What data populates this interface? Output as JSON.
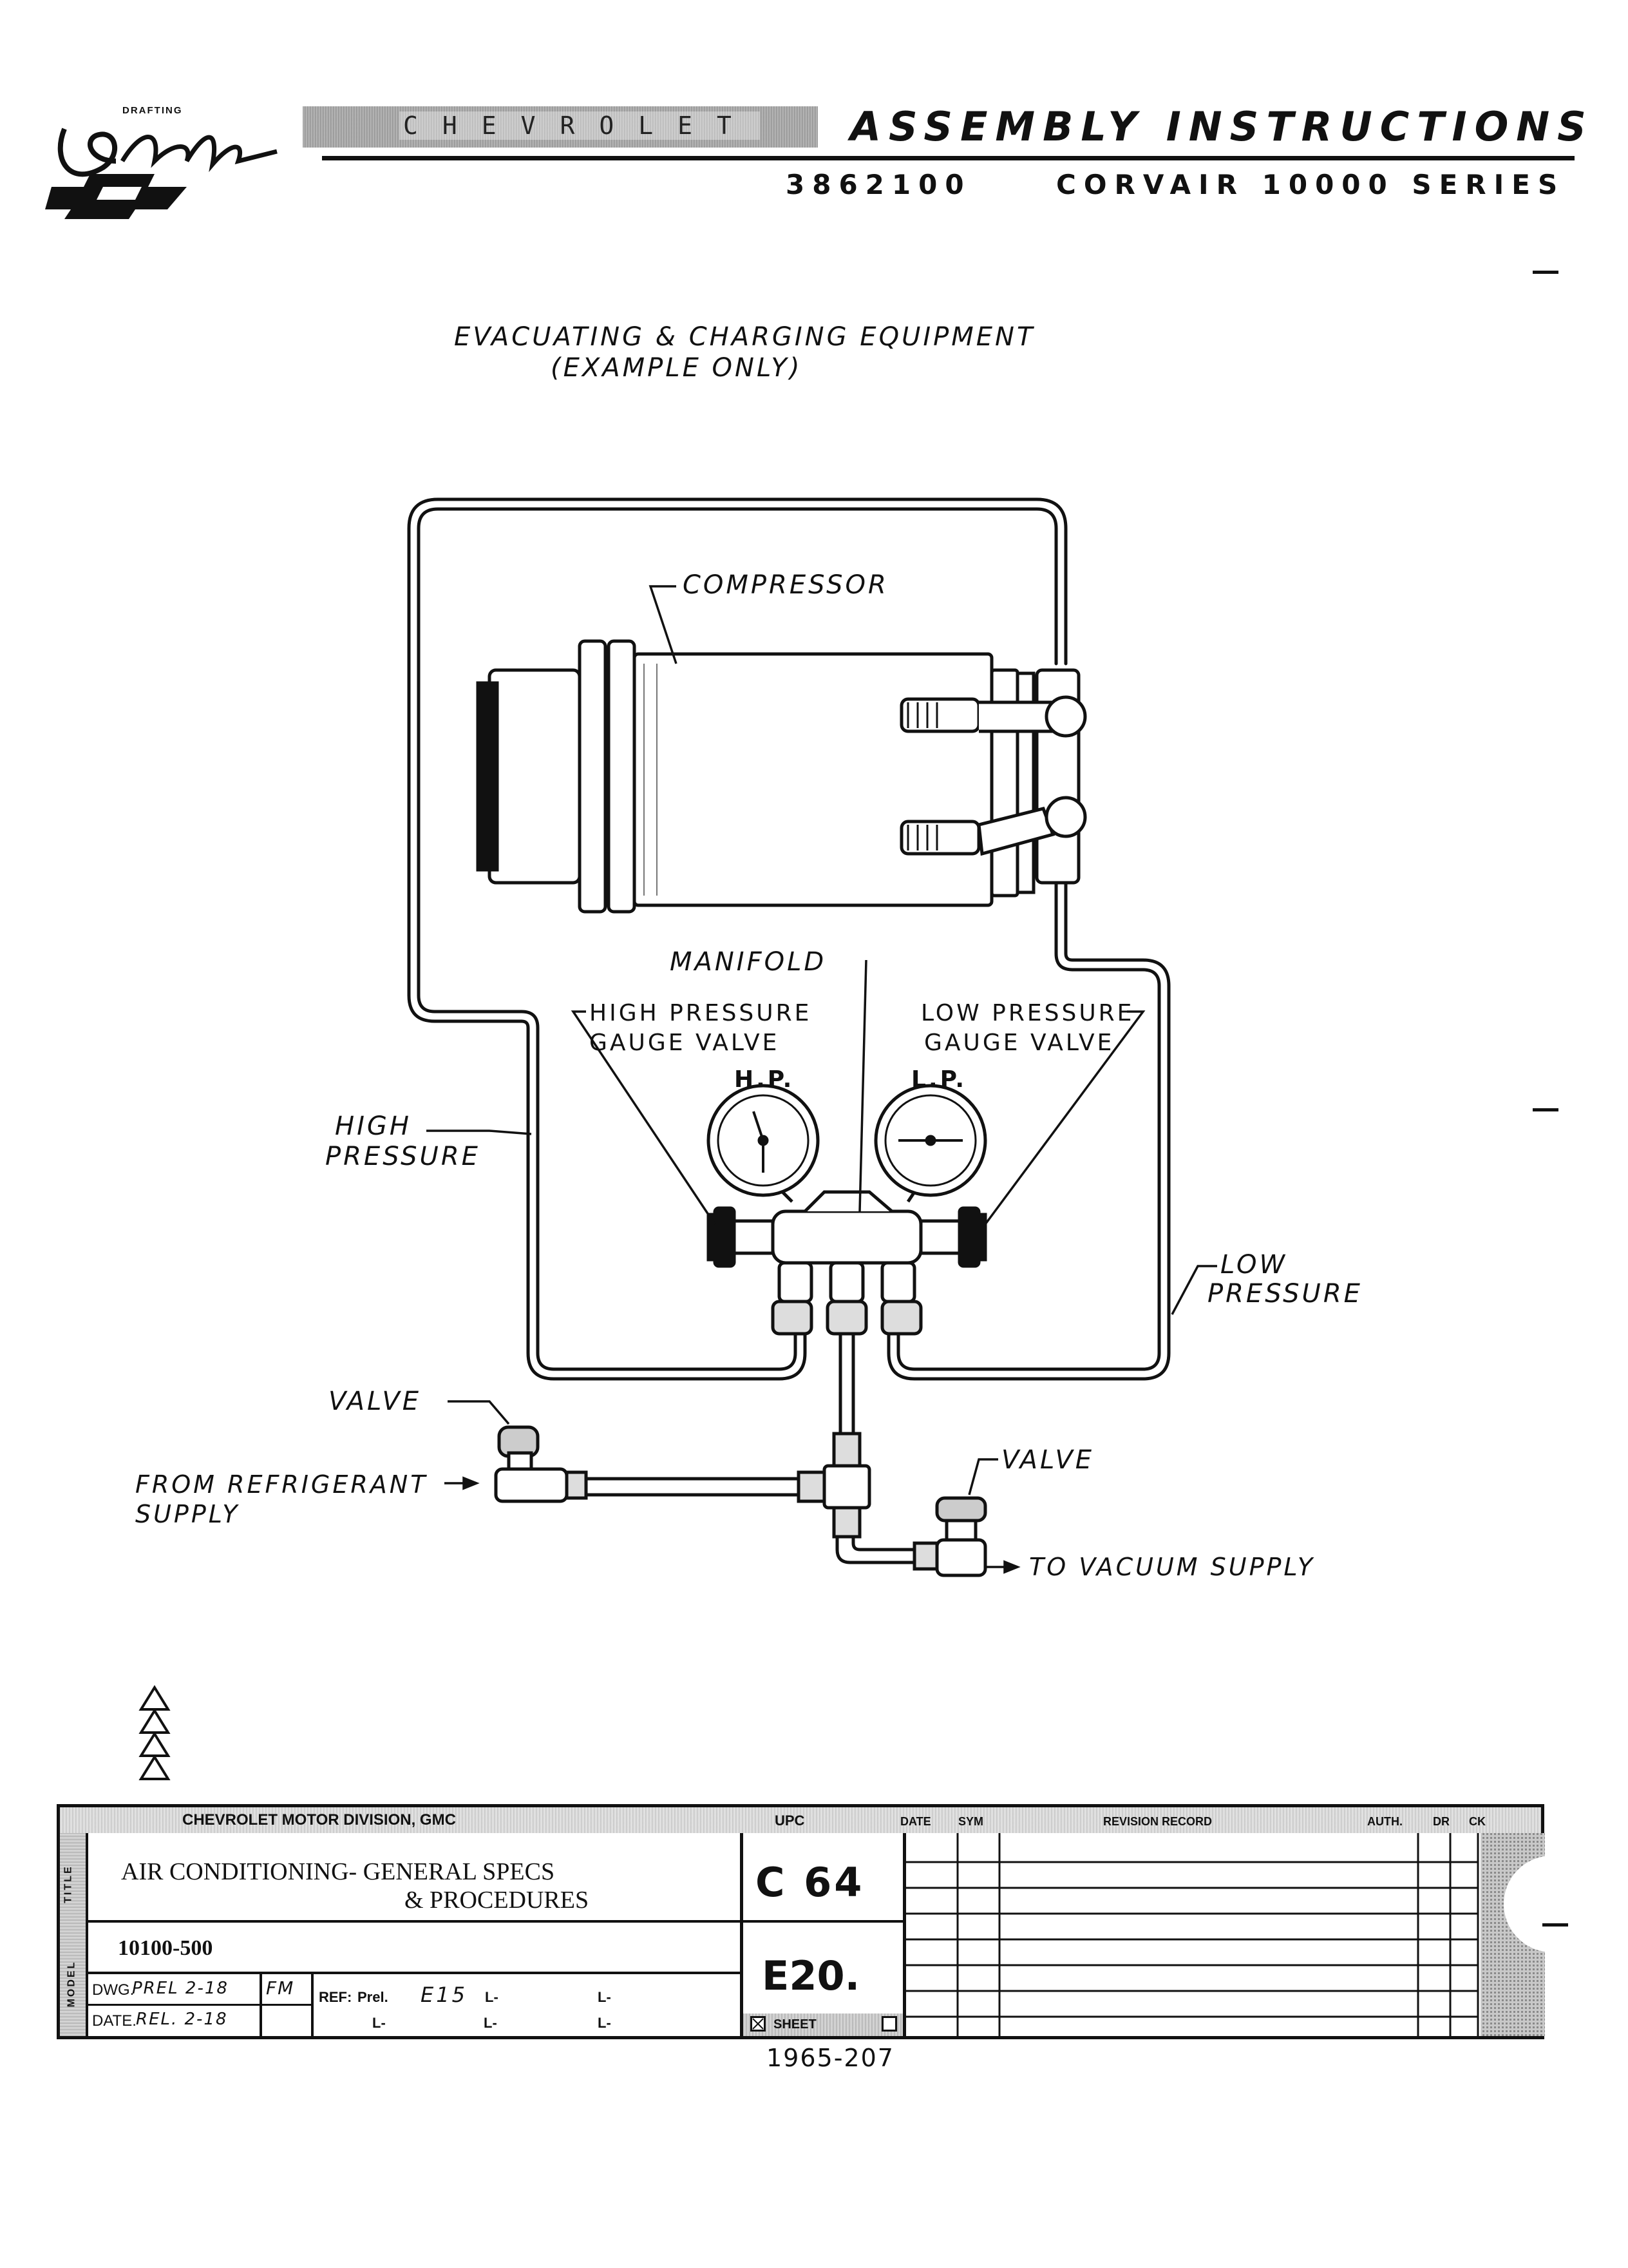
{
  "header": {
    "logo_small_text": "DRAFTING",
    "logo_script": "Graphic",
    "chevrolet_band": "CHEVROLET",
    "title": "ASSEMBLY INSTRUCTIONS",
    "part_number": "3862100",
    "series": "CORVAIR 10000 SERIES"
  },
  "diagram": {
    "title_line1": "EVACUATING & CHARGING EQUIPMENT",
    "title_line2": "(EXAMPLE ONLY)",
    "labels": {
      "compressor": "COMPRESSOR",
      "manifold": "MANIFOLD",
      "hp_valve_1": "HIGH PRESSURE",
      "hp_valve_2": "GAUGE VALVE",
      "lp_valve_1": "LOW PRESSURE",
      "lp_valve_2": "GAUGE VALVE",
      "hp_gauge": "H.P.",
      "lp_gauge": "L.P.",
      "high_pressure_1": "HIGH",
      "high_pressure_2": "PRESSURE",
      "low_pressure_1": "LOW",
      "low_pressure_2": "PRESSURE",
      "valve_left": "VALVE",
      "valve_right": "VALVE",
      "refrigerant_1": "FROM REFRIGERANT",
      "refrigerant_2": "SUPPLY",
      "vacuum": "TO VACUUM SUPPLY"
    }
  },
  "title_block": {
    "division": "CHEVROLET MOTOR DIVISION, GMC",
    "upc_header": "UPC",
    "rev_headers": [
      "DATE",
      "SYM",
      "REVISION RECORD",
      "AUTH.",
      "DR",
      "CK"
    ],
    "side_title": "TITLE",
    "side_model": "MODEL",
    "title_line1": "AIR CONDITIONING-  GENERAL SPECS",
    "title_line2": "& PROCEDURES",
    "model": "10100-500",
    "upc_code": "C 64",
    "sheet_code": "E20.",
    "sheet_label": "SHEET",
    "dwg_label": "DWG.",
    "dwg_value": "PREL 2-18",
    "drawn_by": "FM",
    "date_label": "DATE.",
    "date_value": "REL. 2-18",
    "ref_label": "REF:",
    "ref_prel": "Prel.",
    "ref_value": "E15",
    "l_mark": "L-"
  },
  "footer_code": "1965-207"
}
